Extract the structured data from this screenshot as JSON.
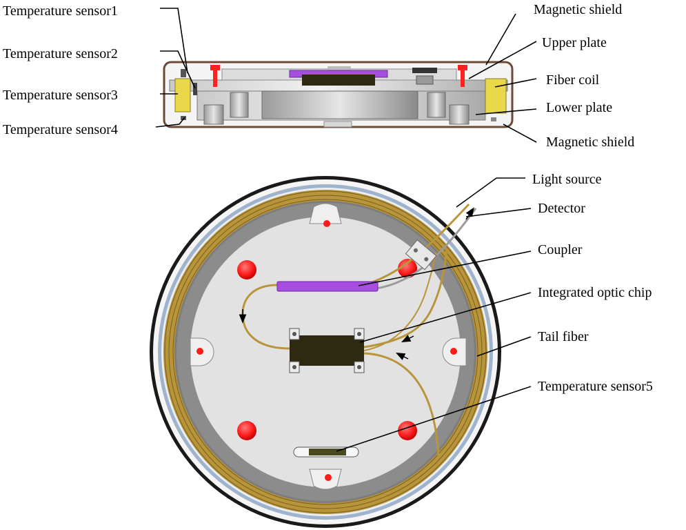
{
  "labels": {
    "temperature_sensor_1": "Temperature sensor1",
    "temperature_sensor_2": "Temperature sensor2",
    "temperature_sensor_3": "Temperature sensor3",
    "temperature_sensor_4": "Temperature sensor4",
    "magnetic_shield_top": "Magnetic shield",
    "upper_plate": "Upper plate",
    "fiber_coil": "Fiber coil",
    "lower_plate": "Lower plate",
    "magnetic_shield_bottom": "Magnetic shield",
    "light_source": "Light source",
    "detector": "Detector",
    "coupler": "Coupler",
    "integrated_optic_chip": "Integrated optic chip",
    "tail_fiber": "Tail fiber",
    "temperature_sensor_5": "Temperature sensor5"
  },
  "colors": {
    "shield": "#6b4a36",
    "plate_gray": "#bdbdbd",
    "fiber_coil_yellow": "#e8d84a",
    "coupler_purple": "#a64ee0",
    "chip_dark": "#2e2a12",
    "fiber_gold": "#b8953a",
    "screw_red": "#ff1a1a"
  }
}
